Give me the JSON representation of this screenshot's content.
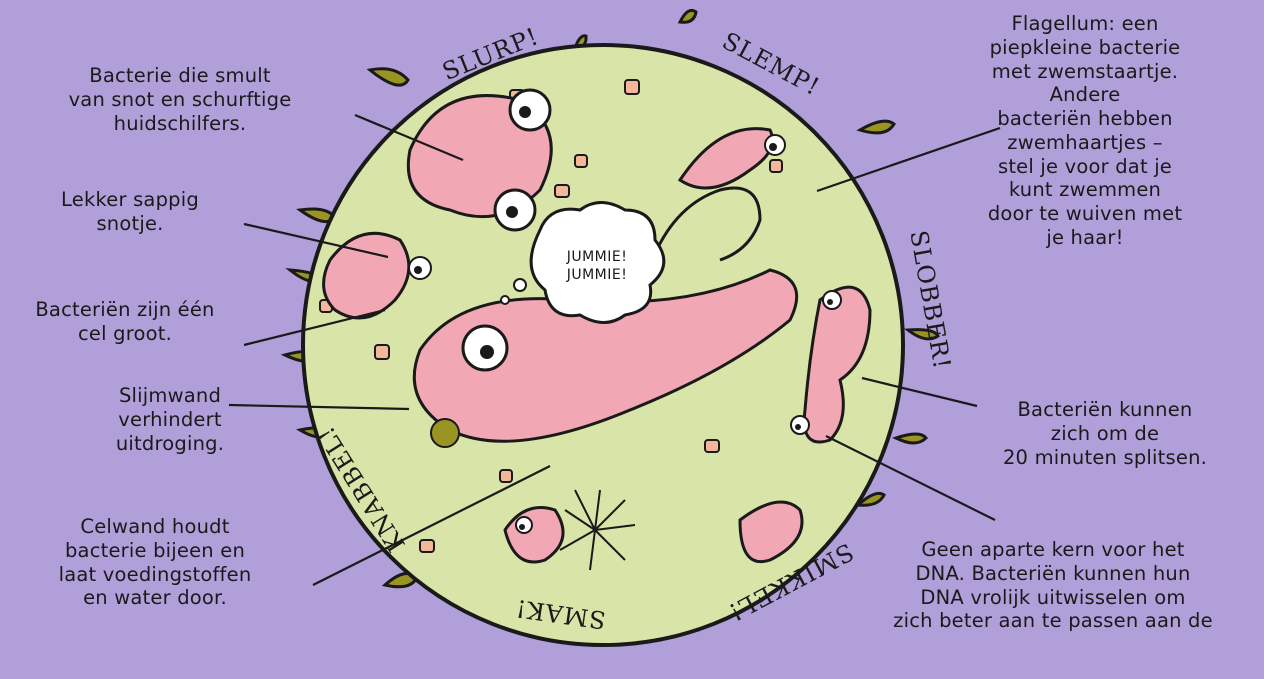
{
  "colors": {
    "background": "#b09fd9",
    "cell_body": "#d9e4a8",
    "bacteria_fill": "#f2a7b5",
    "droplet": "#9a9423",
    "outline": "#1a1a1a"
  },
  "labels": {
    "smult": [
      "Bacterie die smult",
      "van snot en schurftige",
      "huidschilfers."
    ],
    "snotje": [
      "Lekker sappig",
      "snotje."
    ],
    "een_cel": [
      "Bacteriën zijn één",
      "cel groot."
    ],
    "slijmwand": [
      "Slijmwand",
      "verhindert",
      "uitdroging."
    ],
    "celwand": [
      "Celwand houdt",
      "bacterie bijeen en",
      "laat voedingstoffen",
      "en water door."
    ],
    "flagellum": [
      "Flagellum: een",
      "piepkleine bacterie",
      "met zwemstaartje.",
      "Andere",
      "bacteriën hebben",
      "zwemhaartjes –",
      "stel je voor dat je",
      "kunt zwemmen",
      "door te wuiven met",
      "je haar!"
    ],
    "splitsen": [
      "Bacteriën kunnen",
      "zich om de",
      "20 minuten splitsen."
    ],
    "dna": [
      "Geen aparte kern voor het",
      "DNA. Bacteriën kunnen hun",
      "DNA vrolijk uitwisselen om",
      "zich beter aan te passen aan de"
    ]
  },
  "sound_effects": {
    "slurp": "SLURP!",
    "slemp": "SLEMP!",
    "slobber": "SLOBBER!",
    "smikkel": "SMIKKEL!",
    "smak": "SMAK!",
    "knabbel": "KNABBEL!"
  },
  "speech_bubble": [
    "JUMMIE!",
    "JUMMIE!"
  ]
}
